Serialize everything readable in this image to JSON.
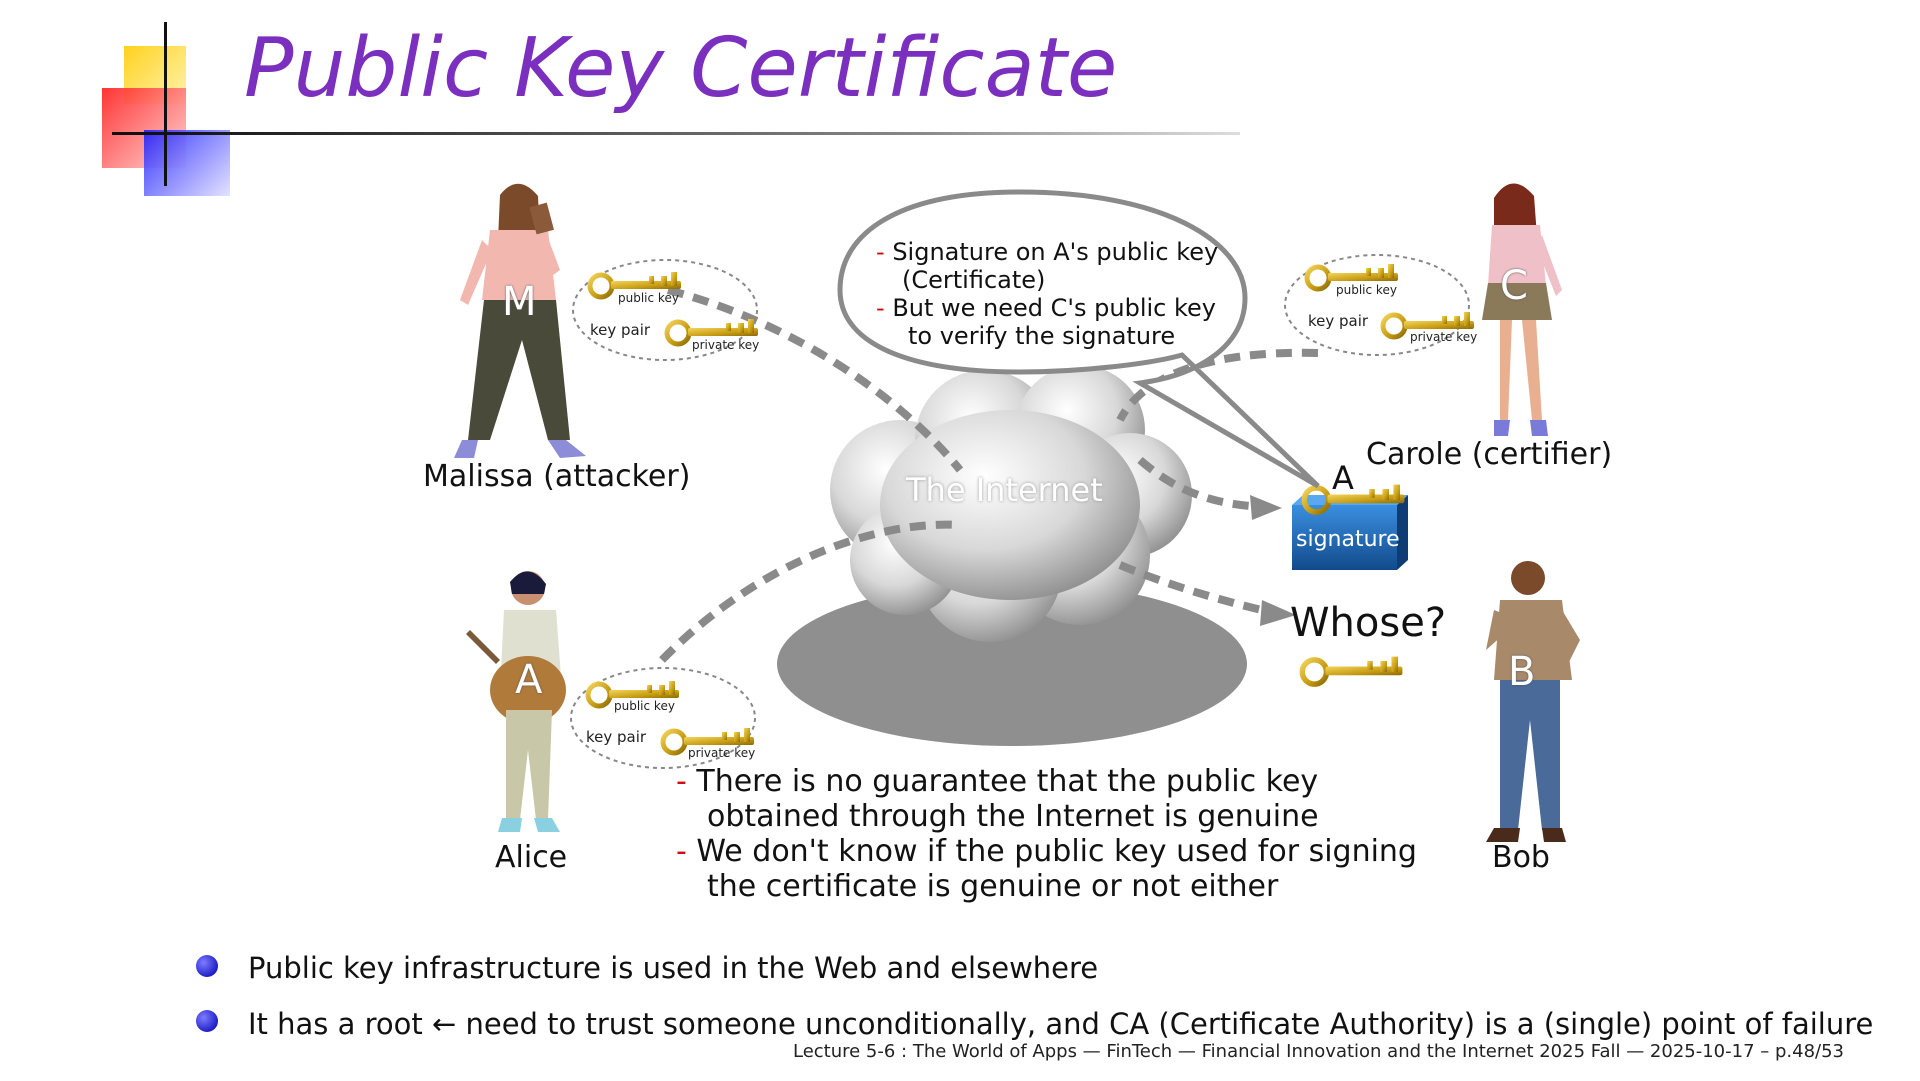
{
  "title": "Public Key Certificate",
  "people": {
    "malissa": {
      "letter": "M",
      "name": "Malissa (attacker)"
    },
    "carole": {
      "letter": "C",
      "name": "Carole (certifier)"
    },
    "alice": {
      "letter": "A",
      "name": "Alice"
    },
    "bob": {
      "letter": "B",
      "name": "Bob"
    }
  },
  "keys": {
    "public_key": "public key",
    "private_key": "private key",
    "key_pair": "key pair"
  },
  "bubble": {
    "line1": "Signature on A's public key",
    "line2": "(Certificate)",
    "line3": "But we need C's public key",
    "line4": "to verify the signature",
    "dash": "-"
  },
  "internet": {
    "label": "The Internet"
  },
  "certificate": {
    "owner": "A",
    "signature_label": "signature"
  },
  "whose": "Whose?",
  "notes": {
    "line1": "There is no guarantee that the public key",
    "line2": "obtained through the Internet is genuine",
    "line3": "We don't know if the public key used for signing",
    "line4": "the certificate is genuine or not either",
    "dash": "-"
  },
  "bullets": [
    "Public key infrastructure is used in the Web and elsewhere",
    "It has a root ← need to trust someone unconditionally, and CA (Certificate Authority) is a (single) point of failure"
  ],
  "footer": "Lecture 5-6 : The World of Apps — FinTech — Financial Innovation and the Internet 2025 Fall — 2025-10-17 – p.48/53",
  "colors": {
    "title": "#7b2fbe",
    "dash": "#d01010",
    "bullet": "#2020c8",
    "key_gold": "#c9a21a",
    "certificate_box": "#1a5fa8"
  }
}
